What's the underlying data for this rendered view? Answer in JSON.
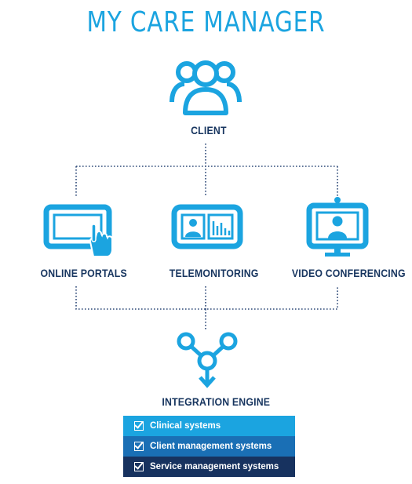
{
  "title": "MY CARE MANAGER",
  "nodes": {
    "client": "CLIENT",
    "online_portals": "ONLINE PORTALS",
    "telemonitoring": "TELEMONITORING",
    "video_conferencing": "VIDEO CONFERENCING",
    "integration_engine": "INTEGRATION ENGINE"
  },
  "systems": [
    "Clinical systems",
    "Client management systems",
    "Service management systems"
  ],
  "colors": {
    "title": "#1ba4e0",
    "icon": "#1ba4e0",
    "label": "#17355f",
    "connector": "#2f4a78",
    "system_rows": [
      "#1ba4e0",
      "#1a6fb5",
      "#17325f"
    ]
  },
  "icons": {
    "client": "people-icon",
    "online_portals": "touch-screen-icon",
    "telemonitoring": "monitor-chart-icon",
    "video_conferencing": "video-call-icon",
    "integration_engine": "merge-nodes-icon"
  }
}
